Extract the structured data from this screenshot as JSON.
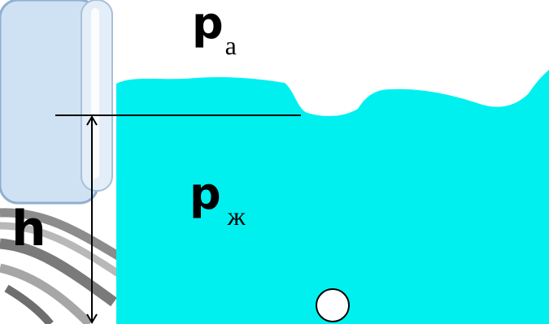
{
  "labels": {
    "atm_symbol": "p",
    "atm_subscript": "а",
    "liquid_symbol": "p",
    "liquid_subscript": "ж",
    "height_symbol": "h"
  },
  "colors": {
    "liquid": "#00f0f0",
    "glass_fill": "#cfe2f3",
    "glass_edge": "#8fb0d0",
    "glass_highlight": "#ffffff",
    "background": "#ffffff",
    "line": "#000000"
  },
  "icons": {
    "marker": "circle-point"
  }
}
